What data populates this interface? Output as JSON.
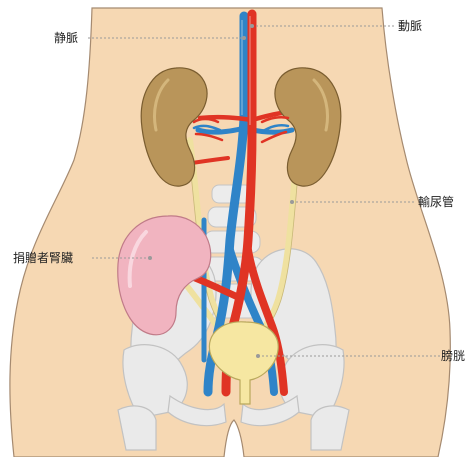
{
  "labels": {
    "vein": "静脈",
    "artery": "動脈",
    "ureter": "輸尿管",
    "donor_kidney": "捐贈者腎臟",
    "bladder": "膀胱"
  },
  "colors": {
    "background": "#ffffff",
    "skin": "#f6d8b3",
    "skin_outline": "#a58a70",
    "kidney": "#b9955a",
    "donor_kidney": "#f1b4c0",
    "artery": "#e03424",
    "vein": "#2f84c8",
    "ureter": "#f5e9b0",
    "bladder": "#f6e7a2",
    "bone": "#e8e8e8",
    "leader_line": "#9a9a9a"
  }
}
